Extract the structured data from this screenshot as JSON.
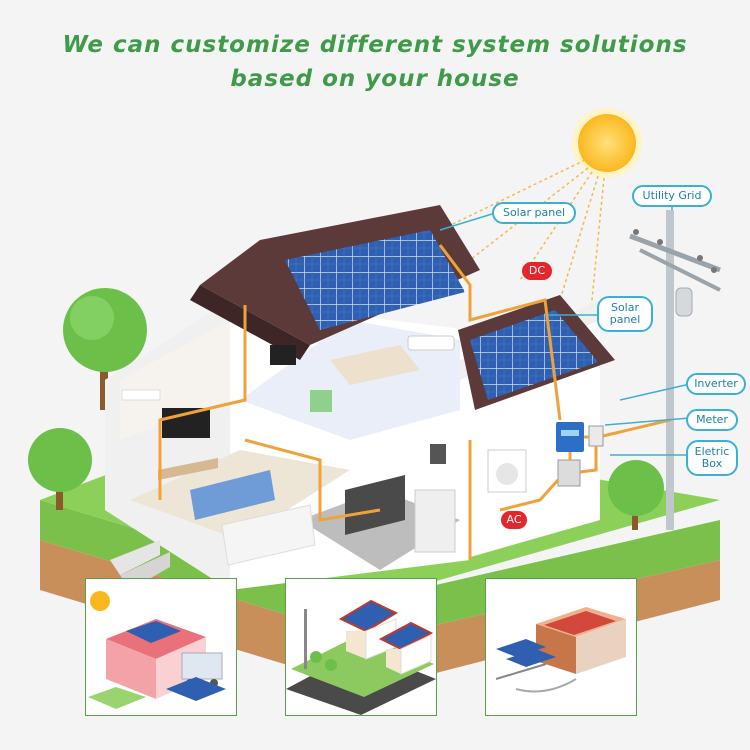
{
  "headline": {
    "line1": "We can customize different system solutions",
    "line2": "based on your house"
  },
  "labels": {
    "solar_panel_top": "Solar panel",
    "dc": "DC",
    "solar_panel_side_line1": "Solar",
    "solar_panel_side_line2": "panel",
    "utility_grid": "Utility Grid",
    "inverter": "Inverter",
    "meter": "Meter",
    "electric_box_line1": "Eletric",
    "electric_box_line2": "Box",
    "ac": "AC"
  },
  "colors": {
    "accent_green": "#3f9a4a",
    "label_blue": "#3ab0d6",
    "label_red": "#e3262d",
    "wire_orange": "#f0a23a"
  },
  "thumbnails": [
    "commercial-rooftop-installation",
    "residential-houses-solar",
    "industrial-building-solar"
  ]
}
